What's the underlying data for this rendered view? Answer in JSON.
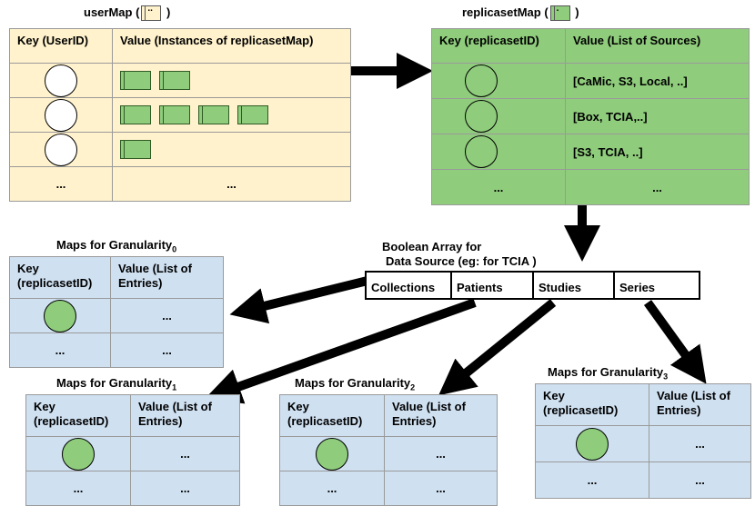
{
  "user_map": {
    "title": "userMap (",
    "title_close": ")",
    "icon_label": "..",
    "header_key": "Key (UserID)",
    "header_value": "Value (Instances of replicasetMap)",
    "rows": [
      {
        "instances": 2
      },
      {
        "instances": 4
      },
      {
        "instances": 1
      }
    ],
    "ellipsis_key": "...",
    "ellipsis_value": "..."
  },
  "replicaset_map": {
    "title": "replicasetMap (",
    "title_close": ")",
    "icon_label": ".",
    "header_key": "Key (replicasetID)",
    "header_value": "Value (List of Sources)",
    "rows": [
      "[CaMic, S3, Local, ..]",
      "[Box, TCIA,..]",
      "[S3, TCIA, ..]"
    ],
    "ellipsis_key": "...",
    "ellipsis_value": "..."
  },
  "boolean_array": {
    "title_line1": "Boolean Array for",
    "title_line2": "Data Source (eg: for TCIA )",
    "cells": [
      "Collections",
      "Patients",
      "Studies",
      "Series"
    ]
  },
  "granularity_maps": [
    {
      "title": "Maps for Granularity",
      "sub": "0",
      "header_key": "Key (replicasetID)",
      "header_value": "Value (List of Entries)",
      "cell": "...",
      "ellipsis": "..."
    },
    {
      "title": "Maps for Granularity",
      "sub": "1",
      "header_key": "Key (replicasetID)",
      "header_value": "Value (List of Entries)",
      "cell": "...",
      "ellipsis": "..."
    },
    {
      "title": "Maps for Granularity",
      "sub": "2",
      "header_key": "Key (replicasetID)",
      "header_value": "Value (List of Entries)",
      "cell": "...",
      "ellipsis": "..."
    },
    {
      "title": "Maps for Granularity",
      "sub": "3",
      "header_key": "Key (replicasetID)",
      "header_value": "Value (List of Entries)",
      "cell": "...",
      "ellipsis": "..."
    }
  ],
  "colors": {
    "user_map_fill": "#fff2cc",
    "replicaset_fill": "#8fcc7c",
    "granularity_fill": "#cfe0f1",
    "arrow": "#000000"
  }
}
